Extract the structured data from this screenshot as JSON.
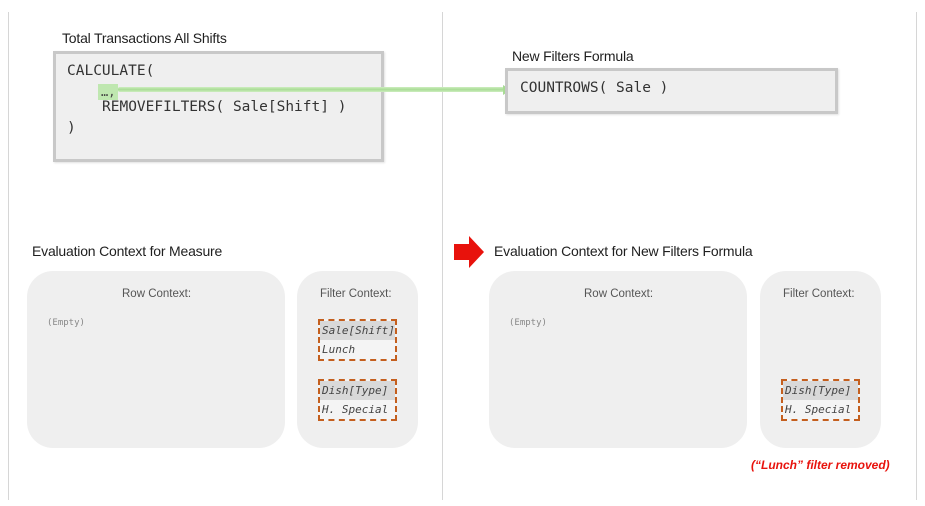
{
  "left": {
    "title": "Total Transactions All Shifts",
    "code": {
      "line1": "CALCULATE(",
      "ellipsis": "…,",
      "line3": "REMOVEFILTERS( Sale[Shift] )",
      "line4": ")"
    },
    "eval_title": "Evaluation Context for Measure",
    "row_context_label": "Row Context:",
    "row_context_value": "(Empty)",
    "filter_context_label": "Filter Context:",
    "filters": [
      {
        "column": "Sale[Shift]",
        "value": "Lunch"
      },
      {
        "column": "Dish[Type]",
        "value": "H. Special"
      }
    ]
  },
  "right": {
    "title": "New Filters Formula",
    "code": {
      "line1": "COUNTROWS( Sale )"
    },
    "eval_title": "Evaluation Context for New Filters Formula",
    "row_context_label": "Row Context:",
    "row_context_value": "(Empty)",
    "filter_context_label": "Filter Context:",
    "filters": [
      {
        "column": "Dish[Type]",
        "value": "H. Special"
      }
    ],
    "note": "(“Lunch” filter removed)"
  },
  "colors": {
    "connector": "#a9dc96",
    "highlight_arrow": "#e8120c",
    "filter_border": "#c45f1e",
    "note": "#e8120c"
  },
  "icons": {
    "pointer": "red-arrow-icon"
  }
}
